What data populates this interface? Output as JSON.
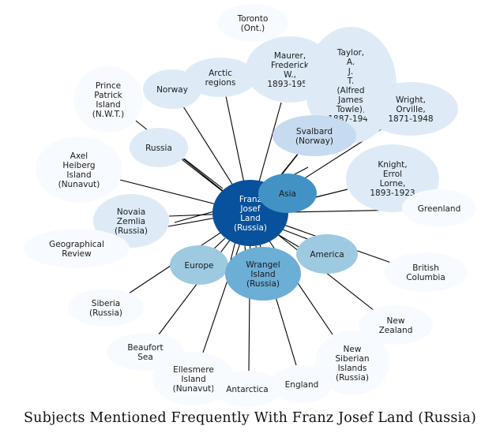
{
  "caption": "Subjects Mentioned Frequently With Franz Josef Land (Russia)",
  "center": {
    "label": [
      "Franz",
      "Josef",
      "Land",
      "(Russia)"
    ],
    "color": "#08519c",
    "text_color": "#ffffff"
  },
  "nodes": [
    {
      "id": "toronto",
      "label": [
        "Toronto",
        "(Ont.)"
      ],
      "color": "#f7fbff",
      "edge": false
    },
    {
      "id": "maurer",
      "label": [
        "Maurer,",
        "Frederick",
        "W.,",
        "1893-1959"
      ],
      "color": "#deebf7",
      "edge": true
    },
    {
      "id": "taylor",
      "label": [
        "Taylor,",
        "A.",
        "J.",
        "T.",
        "(Alfred",
        "James",
        "Towle),",
        "1887-1945"
      ],
      "color": "#deebf7",
      "edge": true
    },
    {
      "id": "arctic",
      "label": [
        "Arctic",
        "regions"
      ],
      "color": "#deebf7",
      "edge": true
    },
    {
      "id": "norway",
      "label": [
        "Norway"
      ],
      "color": "#deebf7",
      "edge": true
    },
    {
      "id": "prince",
      "label": [
        "Prince",
        "Patrick",
        "Island",
        "(N.W.T.)"
      ],
      "color": "#f7fbff",
      "edge": true
    },
    {
      "id": "wright",
      "label": [
        "Wright,",
        "Orville,",
        "1871-1948"
      ],
      "color": "#deebf7",
      "edge": true
    },
    {
      "id": "svalbard",
      "label": [
        "Svalbard",
        "(Norway)"
      ],
      "color": "#c6dbef",
      "edge": true
    },
    {
      "id": "russia",
      "label": [
        "Russia"
      ],
      "color": "#deebf7",
      "edge": true
    },
    {
      "id": "axel",
      "label": [
        "Axel",
        "Heiberg",
        "Island",
        "(Nunavut)"
      ],
      "color": "#f7fbff",
      "edge": true
    },
    {
      "id": "knight",
      "label": [
        "Knight,",
        "Errol",
        "Lorne,",
        "1893-1923"
      ],
      "color": "#deebf7",
      "edge": true
    },
    {
      "id": "greenland",
      "label": [
        "Greenland"
      ],
      "color": "#f7fbff",
      "edge": true
    },
    {
      "id": "novaia",
      "label": [
        "Novaia",
        "Zemlia",
        "(Russia)"
      ],
      "color": "#deebf7",
      "edge": true
    },
    {
      "id": "geographical",
      "label": [
        "Geographical",
        "Review"
      ],
      "color": "#f7fbff",
      "edge": false
    },
    {
      "id": "british",
      "label": [
        "British",
        "Columbia"
      ],
      "color": "#f7fbff",
      "edge": true
    },
    {
      "id": "europe",
      "label": [
        "Europe"
      ],
      "color": "#9ecae1",
      "edge": true
    },
    {
      "id": "america",
      "label": [
        "America"
      ],
      "color": "#9ecae1",
      "edge": true
    },
    {
      "id": "wrangel",
      "label": [
        "Wrangel",
        "Island",
        "(Russia)"
      ],
      "color": "#6baed6",
      "edge": true
    },
    {
      "id": "siberia",
      "label": [
        "Siberia",
        "(Russia)"
      ],
      "color": "#f7fbff",
      "edge": true
    },
    {
      "id": "newzealand",
      "label": [
        "New",
        "Zealand"
      ],
      "color": "#f7fbff",
      "edge": true
    },
    {
      "id": "beaufort",
      "label": [
        "Beaufort",
        "Sea"
      ],
      "color": "#f7fbff",
      "edge": true
    },
    {
      "id": "newsiberian",
      "label": [
        "New",
        "Siberian",
        "Islands",
        "(Russia)"
      ],
      "color": "#f7fbff",
      "edge": true
    },
    {
      "id": "ellesmere",
      "label": [
        "Ellesmere",
        "Island",
        "(Nunavut)"
      ],
      "color": "#f7fbff",
      "edge": true
    },
    {
      "id": "antarctica",
      "label": [
        "Antarctica"
      ],
      "color": "#f7fbff",
      "edge": true
    },
    {
      "id": "england",
      "label": [
        "England"
      ],
      "color": "#f7fbff",
      "edge": true
    },
    {
      "id": "asia",
      "label": [
        "Asia"
      ],
      "color": "#4292c6",
      "edge": true
    }
  ]
}
